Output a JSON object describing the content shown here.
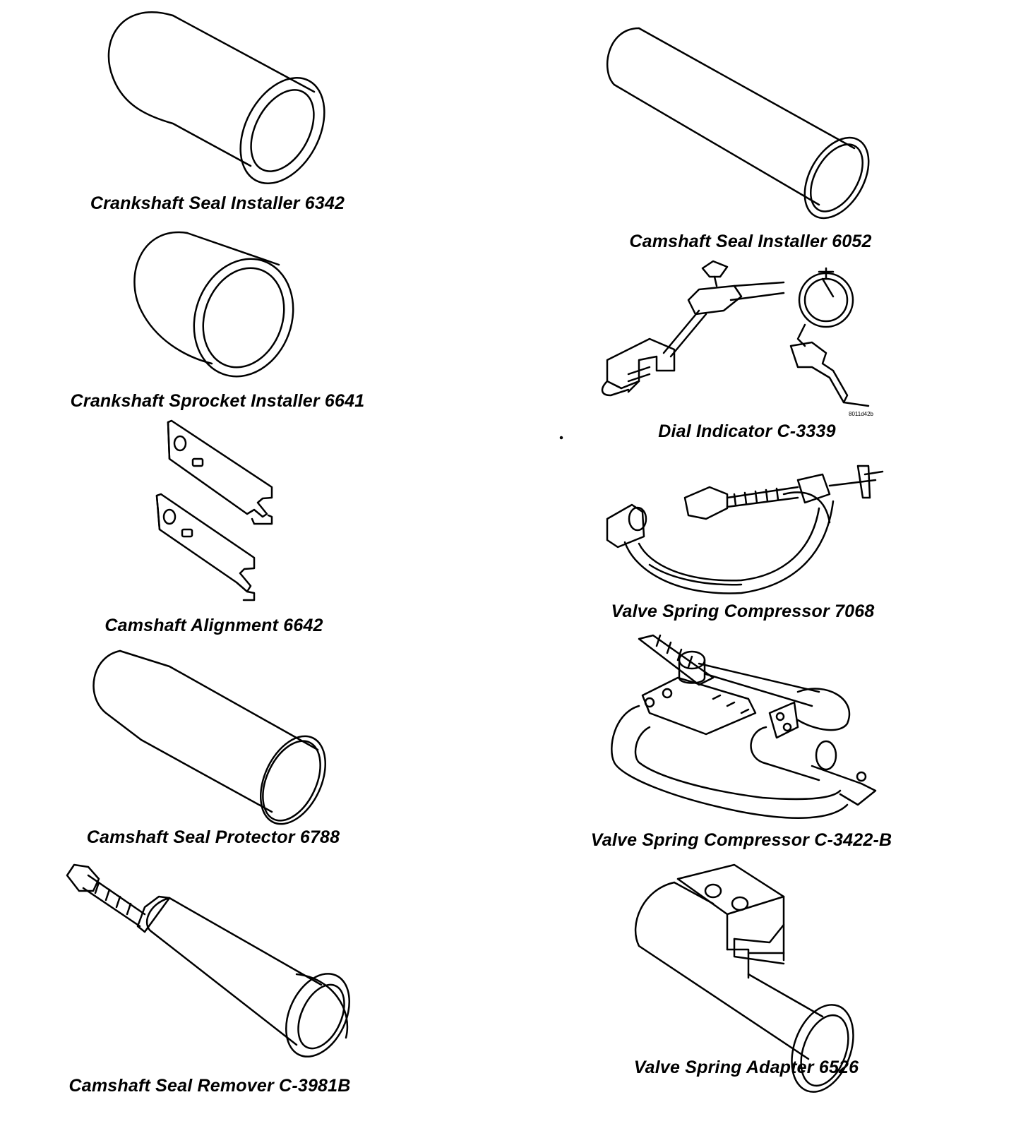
{
  "tools": [
    {
      "name": "Crankshaft Seal Installer 6342"
    },
    {
      "name": "Crankshaft Sprocket Installer 6641"
    },
    {
      "name": "Camshaft Alignment 6642"
    },
    {
      "name": "Camshaft Seal Protector 6788"
    },
    {
      "name": "Camshaft Seal Remover C-3981B"
    },
    {
      "name": "Camshaft Seal Installer 6052"
    },
    {
      "name": "Dial Indicator C-3339"
    },
    {
      "name": "Valve Spring Compressor 7068"
    },
    {
      "name": "Valve Spring Compressor C-3422-B"
    },
    {
      "name": "Valve Spring Adapter 6526"
    }
  ],
  "figure_code": "8011d42b"
}
